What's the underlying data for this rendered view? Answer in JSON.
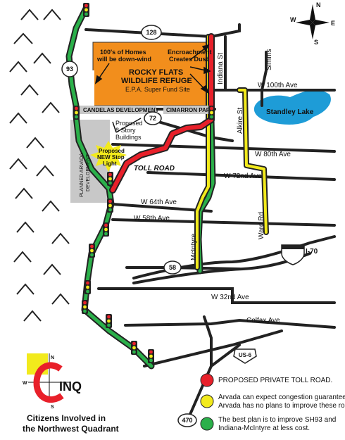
{
  "compass": {
    "n": "N",
    "s": "S",
    "e": "E",
    "w": "W"
  },
  "refuge": {
    "title_line1": "ROCKY FLATS",
    "title_line2": "WILDLIFE REFUGE",
    "subtitle": "E.P.A. Super Fund Site",
    "note_left_line1": "100's of Homes",
    "note_left_line2": "will be down-wind",
    "note_right_line1": "Encroachment",
    "note_right_line2": "Creates Dust"
  },
  "areas": {
    "candelas": "CANDELAS DEVELOPMENT",
    "cimarron": "CIMARRON PARK",
    "planned_line1": "PLANNED ARVADA",
    "planned_line2": "DEVELOPMENT",
    "lake": "Standley Lake",
    "buildings_line1": "Proposed",
    "buildings_line2": "8 Story",
    "buildings_line3": "Buildings",
    "stoplight_line1": "Proposed",
    "stoplight_line2": "NEW Stop",
    "stoplight_line3": "Light"
  },
  "roads": {
    "toll": "TOLL ROAD",
    "w100": "W 100th Ave",
    "w80": "W 80th Ave",
    "w72": "W 72nd Ave",
    "w64": "W 64th Ave",
    "w58": "W 58th Ave",
    "w32": "W 32nd Ave",
    "colfax": "Colfax Ave",
    "indiana": "Indiana St",
    "simms": "Simms",
    "alkire": "Alkire St",
    "mcintyre": "McIntyre",
    "ward": "Ward Rd"
  },
  "shields": {
    "hwy128": "128",
    "hwy93": "93",
    "hwy72": "72",
    "hwy58": "58",
    "i70": "I-70",
    "us6": "US-6",
    "hwy470": "470"
  },
  "logo": {
    "name": "INQ",
    "line1": "Citizens Involved in",
    "line2": "the Northwest Quadrant"
  },
  "legend": [
    {
      "color": "#e8202a",
      "line1": "PROPOSED PRIVATE TOLL ROAD.",
      "line2": ""
    },
    {
      "color": "#f2ea1c",
      "line1": "Arvada can expect congestion guarantees.",
      "line2": "Arvada has no plans to improve these roads."
    },
    {
      "color": "#2bb04a",
      "line1": "The best plan is to improve SH93 and",
      "line2": "Indiana-McIntyre at less cost."
    }
  ]
}
